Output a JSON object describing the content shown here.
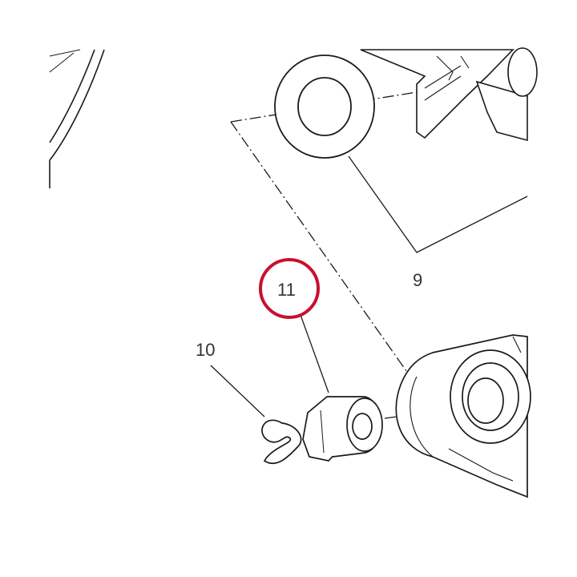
{
  "callouts": [
    {
      "id": "9",
      "label": "9"
    },
    {
      "id": "10",
      "label": "10"
    },
    {
      "id": "11",
      "label": "11",
      "highlighted": true
    }
  ],
  "colors": {
    "line": "#1a1a1a",
    "highlight": "#c8102e",
    "text": "#333333"
  }
}
